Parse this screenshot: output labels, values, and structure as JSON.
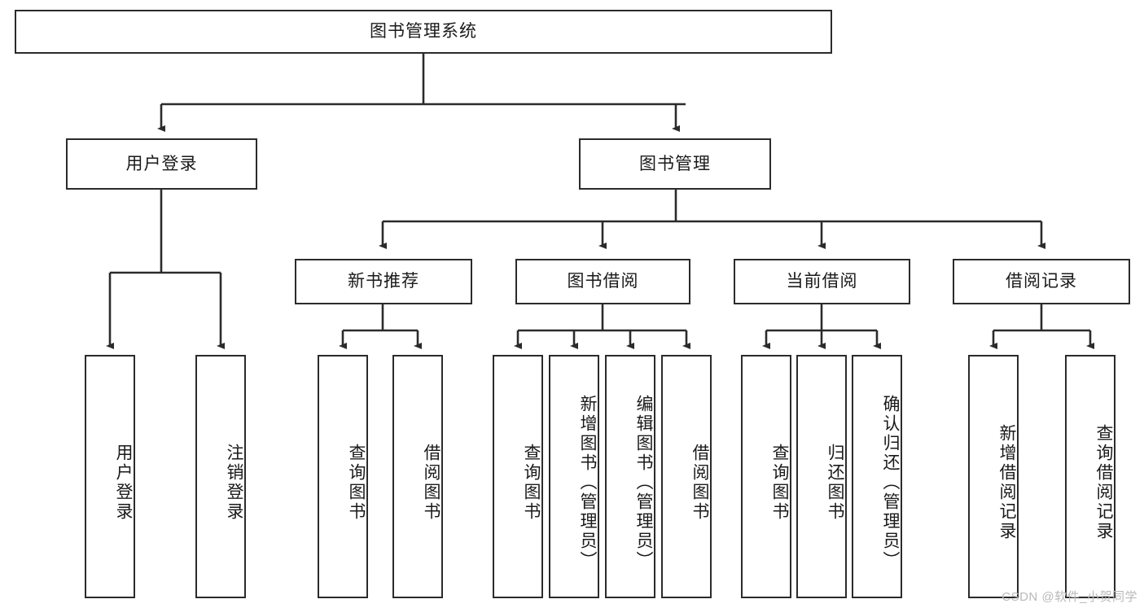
{
  "diagram": {
    "title": "图书管理系统",
    "type": "tree-hierarchy",
    "colors": {
      "box_border": "#2b2b2b",
      "box_fill": "#ffffff",
      "edge": "#2b2b2b",
      "text": "#1a1a1a",
      "watermark": "#b9b9b9"
    },
    "nodes": {
      "root": {
        "label": "图书管理系统"
      },
      "level2": [
        {
          "label": "用户登录"
        },
        {
          "label": "图书管理"
        }
      ],
      "level3": [
        {
          "label": "新书推荐"
        },
        {
          "label": "图书借阅"
        },
        {
          "label": "当前借阅"
        },
        {
          "label": "借阅记录"
        }
      ],
      "leaves": {
        "user_login": [
          {
            "label": "用户登录"
          },
          {
            "label": "注销登录"
          }
        ],
        "new_book": [
          {
            "label": "查询图书"
          },
          {
            "label": "借阅图书"
          }
        ],
        "book_borrow": [
          {
            "label": "查询图书"
          },
          {
            "label": "新增图书（管理员）"
          },
          {
            "label": "编辑图书（管理员）"
          },
          {
            "label": "借阅图书"
          }
        ],
        "current_borrow": [
          {
            "label": "查询图书"
          },
          {
            "label": "归还图书"
          },
          {
            "label": "确认归还（管理员）"
          }
        ],
        "borrow_record": [
          {
            "label": "新增借阅记录"
          },
          {
            "label": "查询借阅记录"
          }
        ]
      }
    },
    "watermark": "CSDN @软件_小贺同学"
  }
}
